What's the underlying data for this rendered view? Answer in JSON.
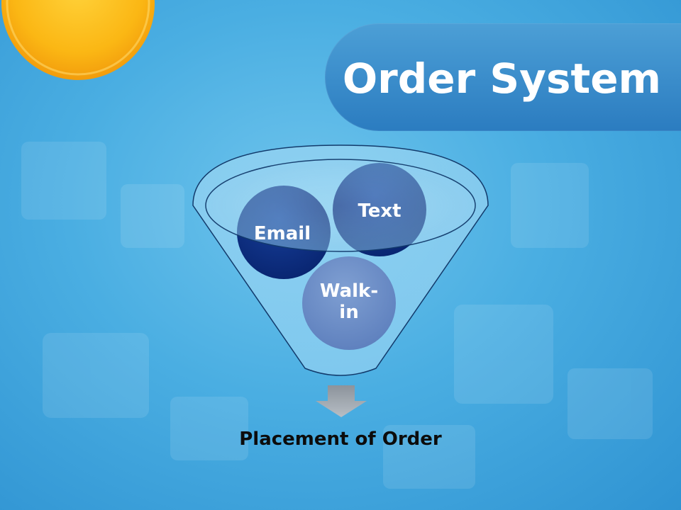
{
  "slide": {
    "title": "Order System",
    "caption": "Placement of Order"
  },
  "funnel": {
    "circles": [
      {
        "id": "email",
        "label_lines": [
          "Email"
        ]
      },
      {
        "id": "text",
        "label_lines": [
          "Text"
        ]
      },
      {
        "id": "walk-in",
        "label_lines": [
          "Walk-",
          "in"
        ]
      }
    ]
  },
  "colors": {
    "background": "#4aaee2",
    "title_band": "#2b7cc0",
    "sun": "#fbb714",
    "circle_dark": "#0b2a7c",
    "circle_mid": "#6b8fc7",
    "arrow": "#a7aeb6"
  }
}
